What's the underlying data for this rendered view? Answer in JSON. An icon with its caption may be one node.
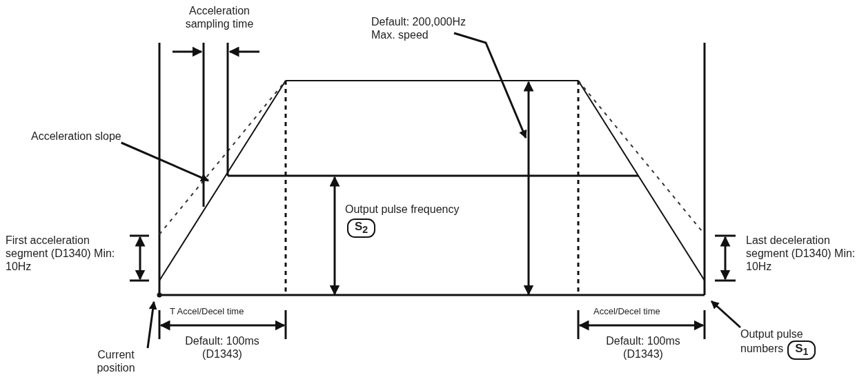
{
  "diagram": {
    "nodes": [
      {
        "text": [
          "Acceleration slope"
        ]
      },
      {
        "text": [
          "Default: 200,000Hz Max. speed"
        ]
      },
      {
        "text": [
          "Current position"
        ]
      },
      {
        "text": [
          "Output pulse numbers",
          "S$_{1}$"
        ]
      },
      {
        "text": [
          "S$_{2}$"
        ]
      }
    ],
    "edges": [
      {
        "from": 0,
        "to": null,
        "arrow": "to"
      },
      {
        "from": 1,
        "to": null,
        "arrow": "to"
      },
      {
        "from": 2,
        "to": null,
        "arrow": "to"
      },
      {
        "from": 3,
        "to": null,
        "arrow": "to"
      }
    ],
    "labels": [
      "Acceleration sampling time",
      "Output pulse frequency",
      "First acceleration segment (D1340) Min: 10Hz",
      "Last deceleration segment (D1340) Min: 10Hz",
      "T Accel/Decel time",
      "Default: 100ms (D1343)",
      "Accel/Decel time",
      "Default: 100ms (D1343)"
    ]
  }
}
